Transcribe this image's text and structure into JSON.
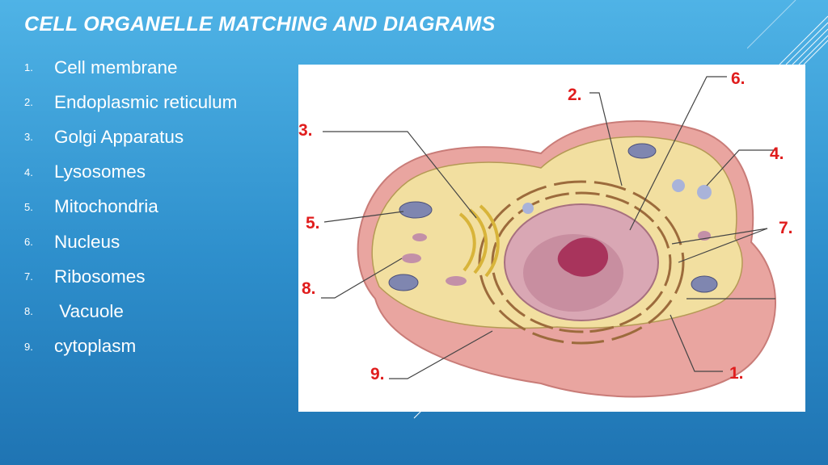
{
  "slide": {
    "title": "CELL ORGANELLE MATCHING AND DIAGRAMS"
  },
  "organelle_list": [
    {
      "number": "1.",
      "label": "Cell membrane"
    },
    {
      "number": "2.",
      "label": "Endoplasmic reticulum"
    },
    {
      "number": "3.",
      "label": "Golgi Apparatus"
    },
    {
      "number": "4.",
      "label": "Lysosomes"
    },
    {
      "number": "5.",
      "label": "Mitochondria"
    },
    {
      "number": "6.",
      "label": "Nucleus"
    },
    {
      "number": "7.",
      "label": "Ribosomes"
    },
    {
      "number": "8.",
      "label": " Vacuole"
    },
    {
      "number": "9.",
      "label": "cytoplasm"
    }
  ],
  "diagram_labels": {
    "l1": "1.",
    "l2": "2.",
    "l3": "3.",
    "l4": "4.",
    "l5": "5.",
    "l6": "6.",
    "l7": "7.",
    "l8": "8.",
    "l9": "9."
  },
  "colors": {
    "background": "#2e8fcc",
    "label_red": "#e01d1d",
    "cytoplasm": "#f2dfa0",
    "membrane_pink": "#e9a5a0"
  }
}
